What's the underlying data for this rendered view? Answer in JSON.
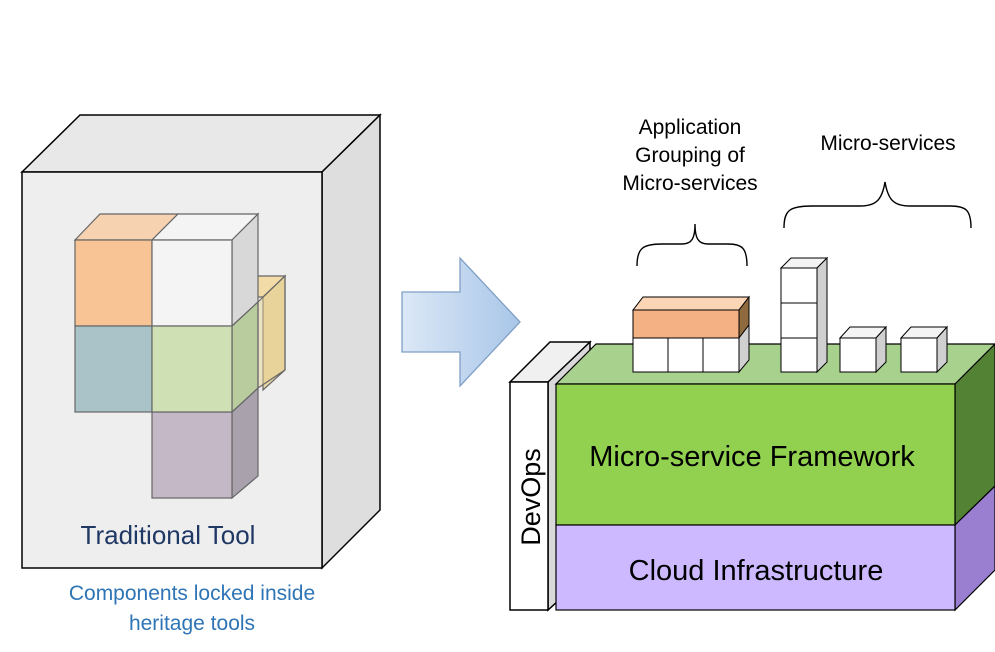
{
  "left": {
    "box_label": "Traditional Tool",
    "caption_line1": "Components locked inside",
    "caption_line2": "heritage tools"
  },
  "right": {
    "app_grouping_line1": "Application",
    "app_grouping_line2": "Grouping of",
    "app_grouping_line3": "Micro-services",
    "microservices_label": "Micro-services",
    "framework_label": "Micro-service Framework",
    "cloud_label": "Cloud Infrastructure",
    "devops_label": "DevOps"
  },
  "colors": {
    "orange": "#f8c496",
    "blue": "#a9c3c9",
    "green": "#cfe0b4",
    "purple": "#c5b8c6",
    "framework_green": "#92d050",
    "cloud_purple": "#ccb9ff",
    "label_navy": "#1f3864",
    "caption_blue": "#2e75b6"
  }
}
